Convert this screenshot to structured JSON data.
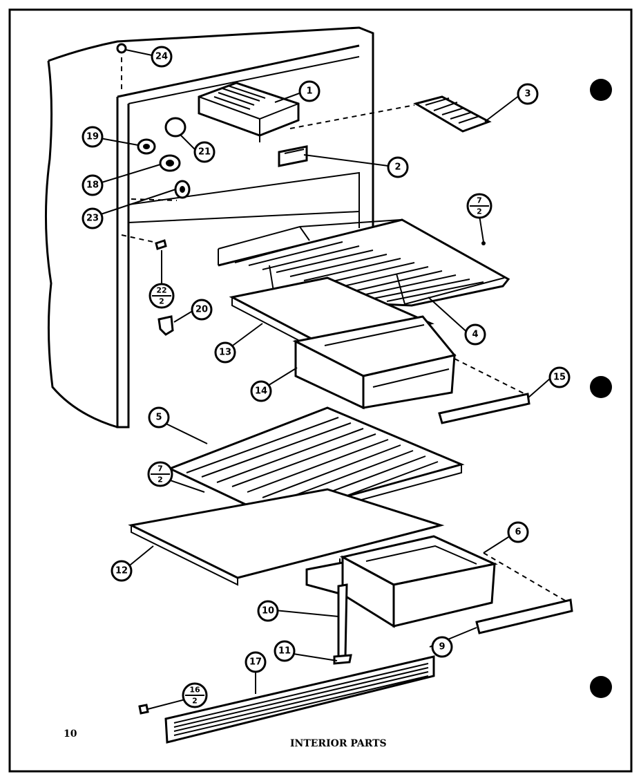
{
  "title": "INTERIOR PARTS",
  "page_number": "10",
  "callouts": [
    {
      "id": "callout-1",
      "label": "1"
    },
    {
      "id": "callout-2",
      "label": "2"
    },
    {
      "id": "callout-3",
      "label": "3"
    },
    {
      "id": "callout-4",
      "label": "4"
    },
    {
      "id": "callout-5",
      "label": "5"
    },
    {
      "id": "callout-6",
      "label": "6"
    },
    {
      "id": "callout-9",
      "label": "9"
    },
    {
      "id": "callout-10",
      "label": "10"
    },
    {
      "id": "callout-11",
      "label": "11"
    },
    {
      "id": "callout-12",
      "label": "12"
    },
    {
      "id": "callout-13",
      "label": "13"
    },
    {
      "id": "callout-14",
      "label": "14"
    },
    {
      "id": "callout-15",
      "label": "15"
    },
    {
      "id": "callout-17",
      "label": "17"
    },
    {
      "id": "callout-18",
      "label": "18"
    },
    {
      "id": "callout-19",
      "label": "19"
    },
    {
      "id": "callout-20",
      "label": "20"
    },
    {
      "id": "callout-21",
      "label": "21"
    },
    {
      "id": "callout-23",
      "label": "23"
    },
    {
      "id": "callout-24",
      "label": "24"
    }
  ],
  "fractions": [
    {
      "id": "fraction-7-2-top",
      "num": "7",
      "den": "2"
    },
    {
      "id": "fraction-22-2",
      "num": "22",
      "den": "2"
    },
    {
      "id": "fraction-7-2-bottom",
      "num": "7",
      "den": "2"
    },
    {
      "id": "fraction-16-2",
      "num": "16",
      "den": "2"
    }
  ]
}
